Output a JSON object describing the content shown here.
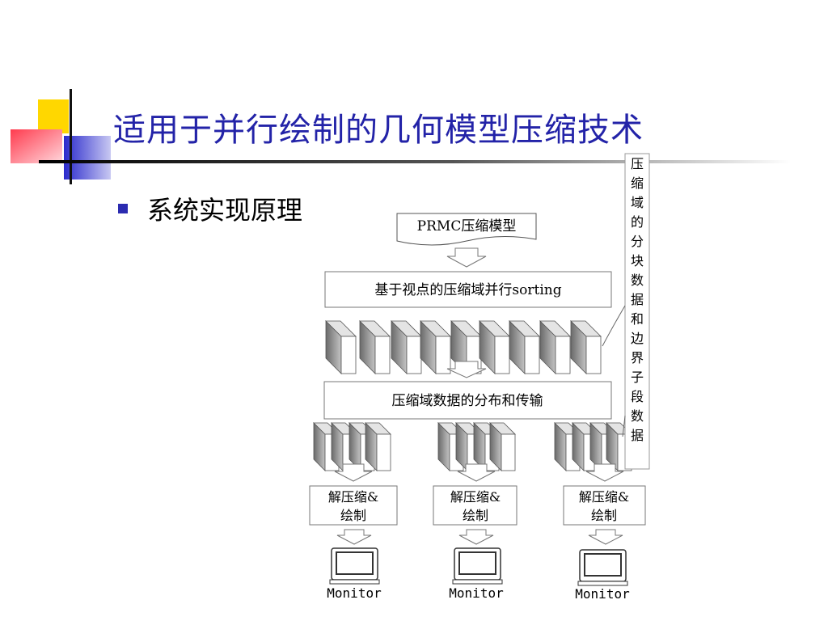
{
  "slide": {
    "title": "适用于并行绘制的几何模型压缩技术",
    "bullet": "系统实现原理"
  },
  "diagram": {
    "top_label": "PRMC压缩模型",
    "sort_label": "基于视点的压缩域并行sorting",
    "dist_label": "压缩域数据的分布和传输",
    "render_labels": [
      {
        "line1": "解压缩&",
        "line2": "绘制"
      },
      {
        "line1": "解压缩&",
        "line2": "绘制"
      },
      {
        "line1": "解压缩&",
        "line2": "绘制"
      }
    ],
    "monitor_labels": [
      "Monitor",
      "Monitor",
      "Monitor"
    ],
    "side_label_chars": [
      "压",
      "缩",
      "域",
      "的",
      "分",
      "块",
      "数",
      "据",
      "和",
      "边",
      "界",
      "子",
      "段",
      "数",
      "据"
    ]
  },
  "colors": {
    "title": "#2323a8",
    "bullet": "#2b2bb0",
    "deco_yellow": "#ffd700",
    "deco_blue": "#2a2acc",
    "deco_red": "#ff4d5e"
  }
}
